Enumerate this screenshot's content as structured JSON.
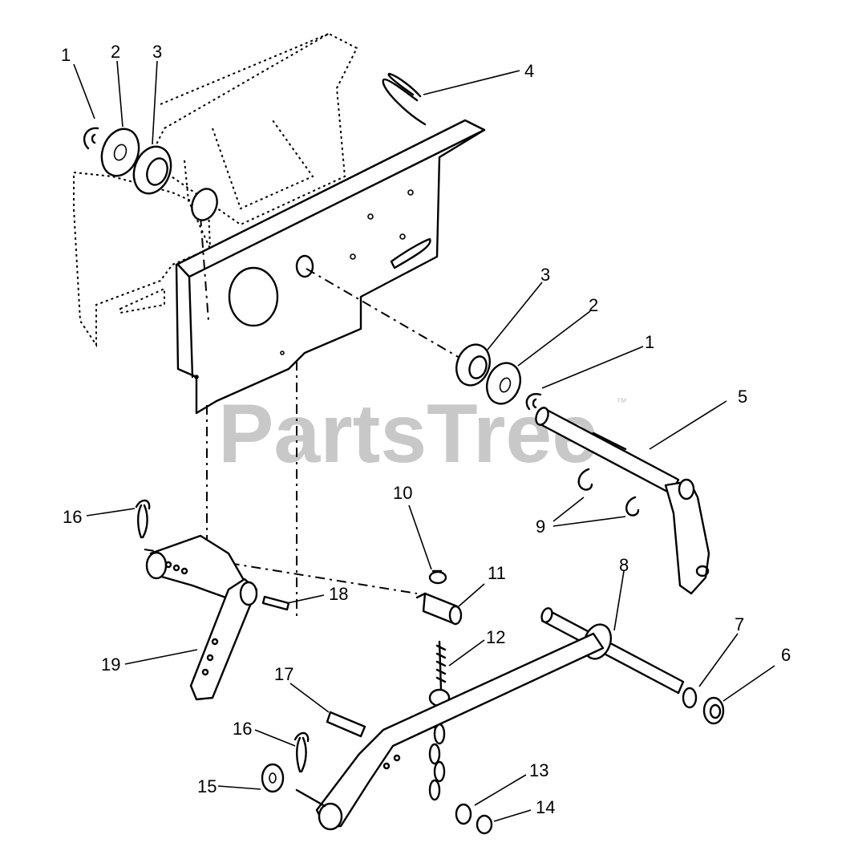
{
  "watermark": {
    "text": "PartsTree",
    "trademark": "™"
  },
  "callouts": [
    "1",
    "2",
    "3",
    "4",
    "3",
    "2",
    "1",
    "5",
    "9",
    "10",
    "11",
    "8",
    "7",
    "6",
    "16",
    "18",
    "19",
    "12",
    "17",
    "16",
    "15",
    "13",
    "14"
  ]
}
